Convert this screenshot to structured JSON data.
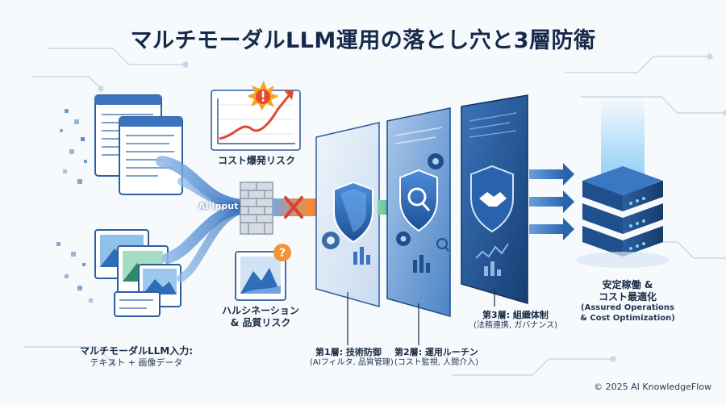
{
  "title": "マルチモーダルLLM運用の落とし穴と3層防衛",
  "input_label": {
    "line1": "マルチモーダルLLM入力:",
    "line2": "テキスト + 画像データ"
  },
  "ai_input_label": "AI Input",
  "risk_cost": "コスト爆発リスク",
  "risk_hallucination": {
    "line1": "ハルシネーション",
    "line2": "& 品質リスク"
  },
  "layers": [
    {
      "name": "第1層: 技術防御",
      "detail": "(AIフィルタ, 品質管理)"
    },
    {
      "name": "第2層: 運用ルーチン",
      "detail": "(コスト監視, 人間介入)"
    },
    {
      "name": "第3層: 組織体制",
      "detail": "(法務連携, ガバナンス)"
    }
  ],
  "outcome": {
    "line1": "安定稼働 &",
    "line2": "コスト最適化",
    "line3": "(Assured Operations",
    "line4": "& Cost Optimization)"
  },
  "copyright": "© 2025 AI KnowledgeFlow",
  "colors": {
    "title": "#16294a",
    "flow_blue": "#3d7ac4",
    "risk_orange": "#f07a2a",
    "layer2_green": "#3bb27a",
    "panel_dark": "#1f4f8c"
  },
  "icons": [
    "document-icon",
    "image-icon",
    "brick-wall-icon",
    "cost-chart-icon",
    "warning-icon",
    "question-icon",
    "x-mark-icon",
    "shield-icon",
    "gear-icon",
    "magnifier-icon",
    "handshake-icon",
    "server-stack-icon",
    "circuit-lines-icon"
  ]
}
